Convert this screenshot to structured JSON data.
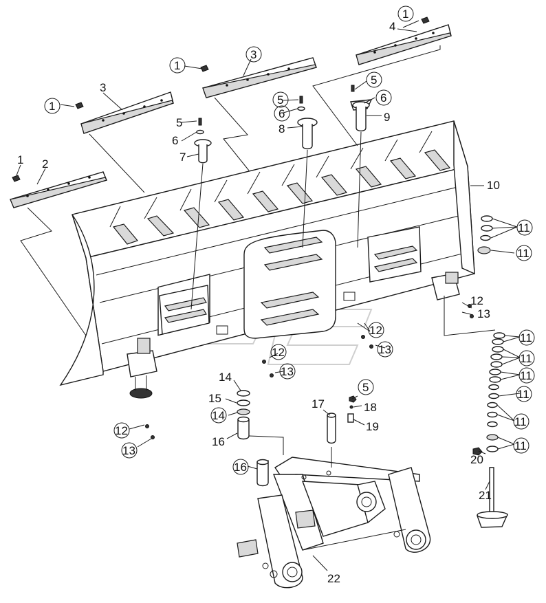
{
  "diagram": {
    "callouts": {
      "c1_a": "1",
      "c1_b": "1",
      "c1_c": "1",
      "c1_d": "1",
      "c2": "2",
      "c3_a": "3",
      "c3_b": "3",
      "c4": "4",
      "c5_a": "5",
      "c5_b": "5",
      "c5_c": "5",
      "c5_d": "5",
      "c6_a": "6",
      "c6_b": "6",
      "c6_c": "6",
      "c7": "7",
      "c8": "8",
      "c9": "9",
      "c10": "10",
      "c11_a": "11",
      "c11_b": "11",
      "c11_c": "11",
      "c11_d": "11",
      "c11_e": "11",
      "c11_f": "11",
      "c11_g": "11",
      "c11_h": "11",
      "c12_a": "12",
      "c12_b": "12",
      "c12_c": "12",
      "c12_d": "12",
      "c13_a": "13",
      "c13_b": "13",
      "c13_c": "13",
      "c13_d": "13",
      "c14_a": "14",
      "c14_b": "14",
      "c15": "15",
      "c16_a": "16",
      "c16_b": "16",
      "c17": "17",
      "c18": "18",
      "c19": "19",
      "c20": "20",
      "c21": "21",
      "c22": "22"
    }
  }
}
